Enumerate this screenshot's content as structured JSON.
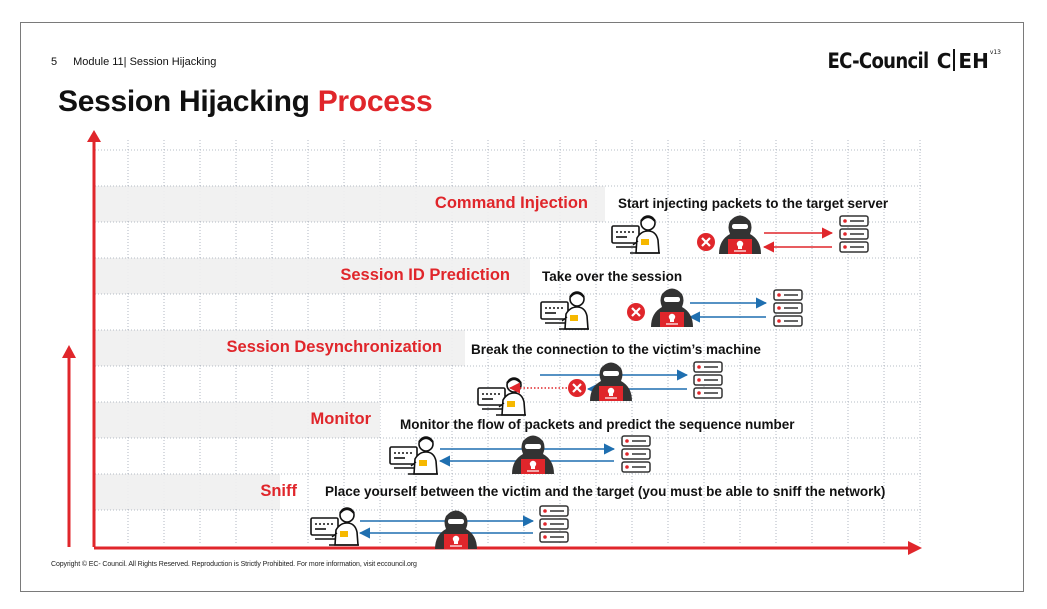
{
  "header": {
    "slide_number": "5",
    "module_label": "Module 11| Session Hijacking",
    "logo_ec": "EC-Council",
    "logo_ceh_c": "C",
    "logo_ceh_eh": "EH",
    "logo_ceh_version": "v13"
  },
  "title": {
    "part1": "Session Hijacking",
    "part2": "Process"
  },
  "steps": [
    {
      "id": "sniff",
      "label": "Sniff",
      "description": "Place yourself between the victim and the target (you must be able to sniff the network)"
    },
    {
      "id": "monitor",
      "label": "Monitor",
      "description": "Monitor the flow of packets and predict the sequence number"
    },
    {
      "id": "session-desynchronization",
      "label": "Session Desynchronization",
      "description": "Break the connection to the victim’s machine"
    },
    {
      "id": "session-id-prediction",
      "label": "Session ID Prediction",
      "description": "Take over the session"
    },
    {
      "id": "command-injection",
      "label": "Command Injection",
      "description": "Start injecting packets to the target server"
    }
  ],
  "icons": [
    "victim-computer-user-icon",
    "hacker-icon",
    "server-icon",
    "blocked-x-icon",
    "arrow-up-icon",
    "arrow-right-icon"
  ],
  "colors": {
    "accent_red": "#e0262b",
    "arrow_blue": "#1f6fb0",
    "text_dark": "#111111",
    "grid_line": "#9fa6b4",
    "band_fill": "#f1f1f1"
  },
  "footer": {
    "copyright": "Copyright © EC- Council. All Rights Reserved. Reproduction is Strictly Prohibited. For more information, visit eccouncil.org"
  }
}
